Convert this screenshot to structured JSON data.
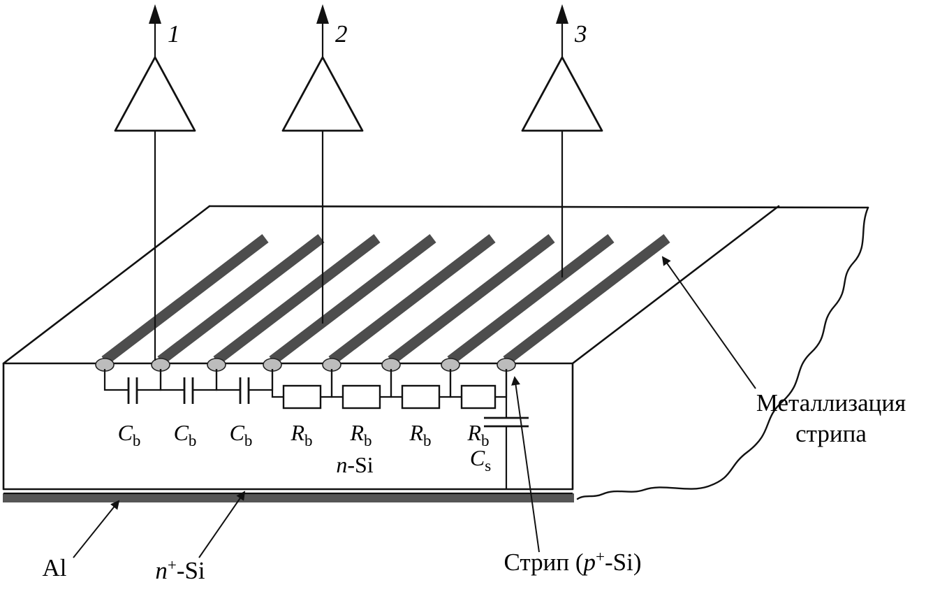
{
  "amplifiers": {
    "labels": [
      "1",
      "2",
      "3"
    ]
  },
  "components": {
    "coupling_capacitor": {
      "symbol": "C",
      "subscript": "b"
    },
    "bias_resistor": {
      "symbol": "R",
      "subscript": "b"
    },
    "strip_capacitance": {
      "symbol": "C",
      "subscript": "s"
    }
  },
  "labels": {
    "bulk": {
      "var": "n",
      "rest": "-Si"
    },
    "backplane_metal": "Al",
    "backplane_implant": {
      "var": "n",
      "sup": "+",
      "rest": "-Si"
    },
    "strip_callout": {
      "prefix": "Стрип (",
      "var": "p",
      "sup": "+",
      "rest": "-Si)"
    },
    "metallization_callout": {
      "line1": "Металлизация",
      "line2": "стрипа"
    }
  },
  "colors": {
    "strip_metal": "#4d4d4d",
    "al_layer": "#565656",
    "bond_pad": "#bcbcbc",
    "line": "#111111"
  }
}
